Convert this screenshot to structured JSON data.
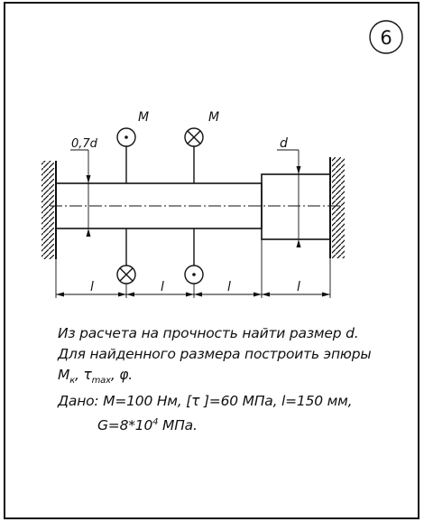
{
  "variant_number": "6",
  "labels": {
    "moment_left": "M",
    "moment_right": "M",
    "small_diameter": "0,7d",
    "large_diameter": "d",
    "length": "l"
  },
  "task": {
    "line1": "Из расчета на прочность найти размер d.",
    "line2": "Для найденного размера построить эпюры",
    "line3_mk": "М",
    "line3_mk_sub": "к",
    "line3_sep1": ", τ",
    "line3_tau_sub": "max",
    "line3_rest": ", φ.",
    "line4": "Дано: М=100 Нм, [τ ]=60 МПа, l=150 мм,",
    "line5_base": "G=8*10",
    "line5_sup": "4",
    "line5_unit": " МПа."
  }
}
